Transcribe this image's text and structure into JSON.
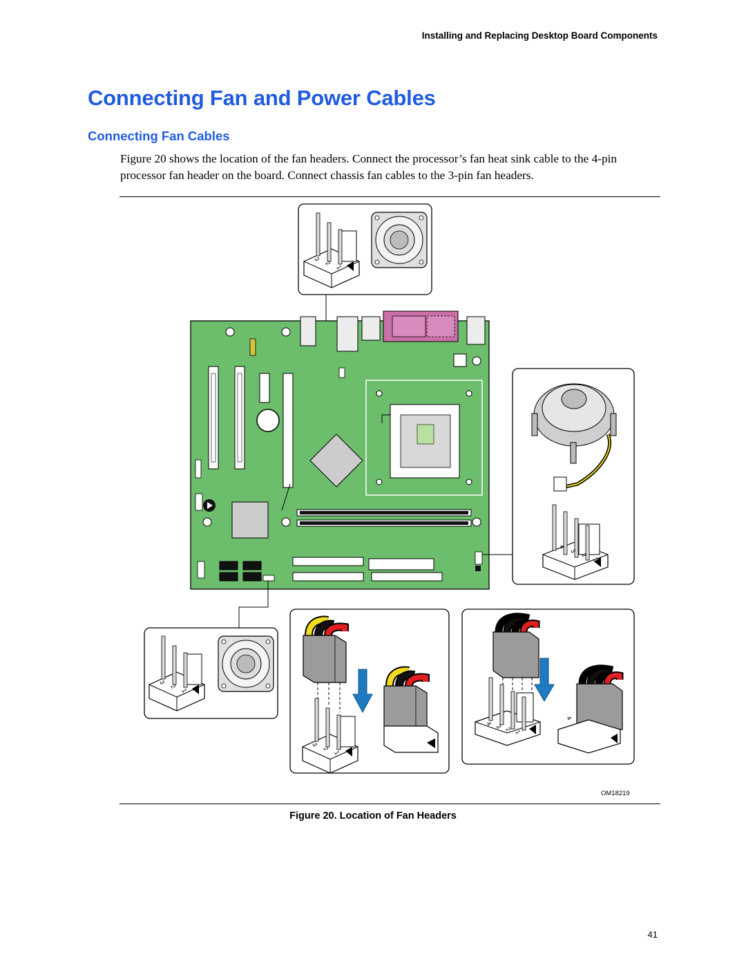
{
  "header": {
    "running_title": "Installing and Replacing Desktop Board Components"
  },
  "heading": "Connecting Fan and Power Cables",
  "subheading": "Connecting Fan Cables",
  "paragraph": "Figure 20 shows the location of the fan headers.  Connect the processor’s fan heat sink cable to the 4-pin processor fan header on the board.  Connect chassis fan cables to the 3-pin fan headers.",
  "figure": {
    "id": "OM18219",
    "caption": "Figure 20.  Location of Fan Headers",
    "pin_labels_3pin": [
      "3",
      "2",
      "1"
    ],
    "pin_labels_4pin": [
      "4",
      "3",
      "2",
      "1"
    ],
    "colors": {
      "board": "#6cbd6c",
      "io_panel": "#cc6fa8",
      "arrow": "#1f7bbf",
      "wire_yellow": "#f2dc1f",
      "wire_red": "#e02020",
      "wire_black": "#111111"
    }
  },
  "page_number": "41"
}
